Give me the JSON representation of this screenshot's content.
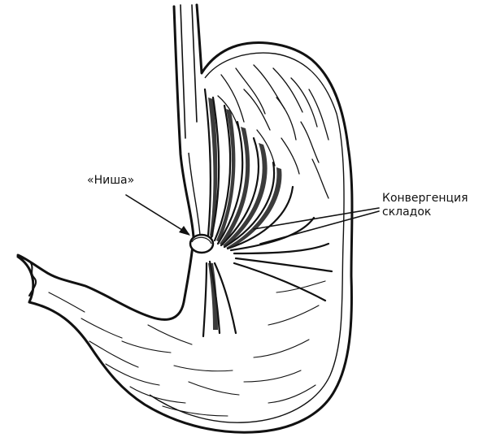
{
  "figure": {
    "annotations": {
      "niche_label": "«Ниша»",
      "convergence_line1": "Конвергенция",
      "convergence_line2": "складок"
    }
  },
  "colors": {
    "ink": "#111111",
    "background": "#ffffff",
    "shading": "#2a2a2a"
  }
}
